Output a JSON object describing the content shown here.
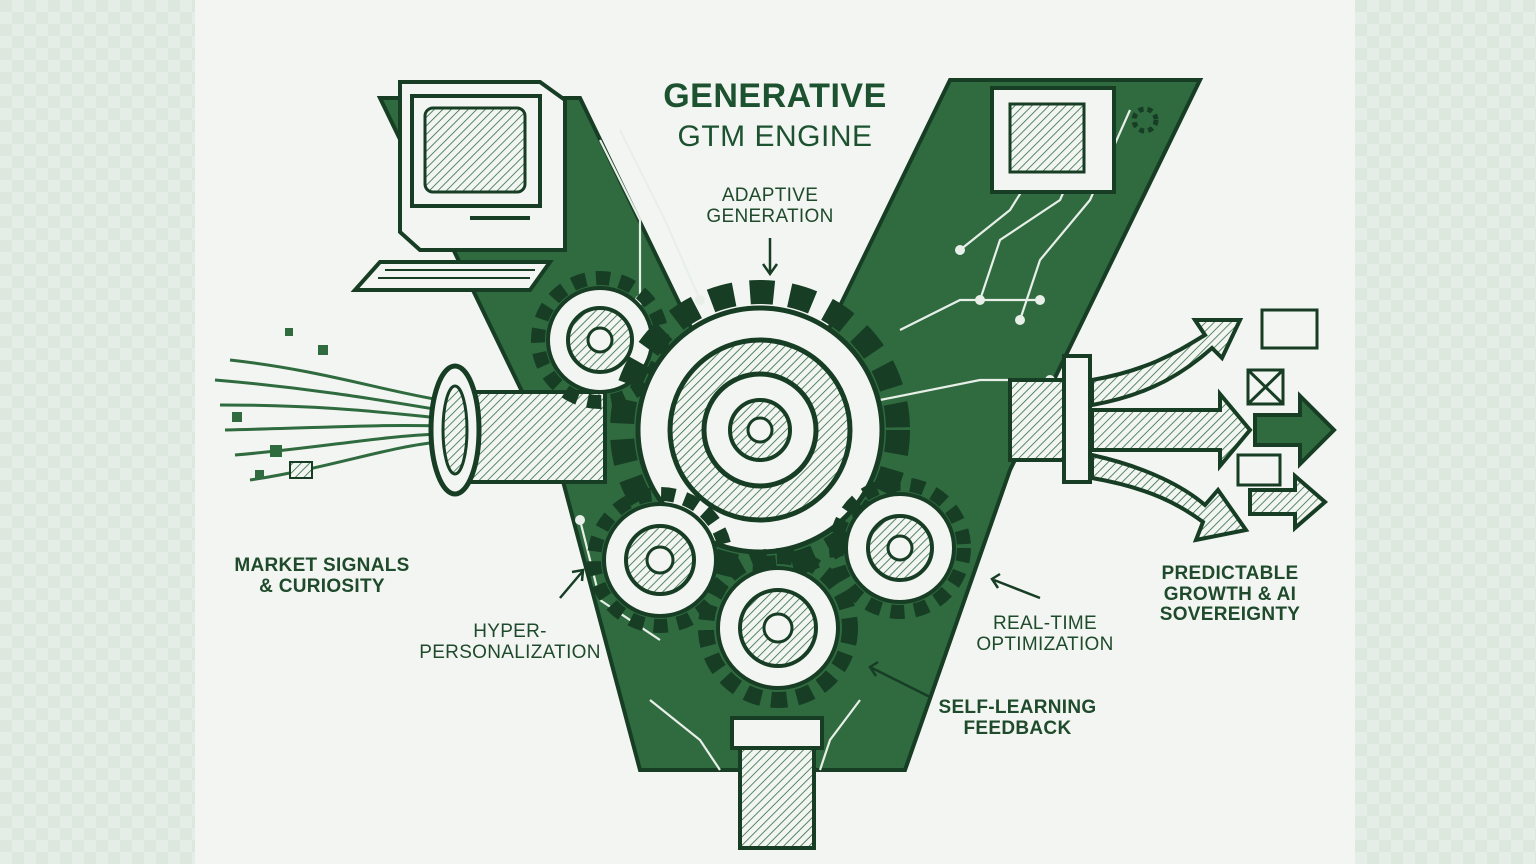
{
  "title": {
    "line1": "GENERATIVE",
    "line2": "GTM ENGINE"
  },
  "labels": {
    "adaptive_line1": "ADAPTIVE",
    "adaptive_line2": "GENERATION",
    "market_line1": "MARKET SIGNALS",
    "market_line2": "& CURIOSITY",
    "hyper_line1": "HYPER-",
    "hyper_line2": "PERSONALIZATION",
    "realtime_line1": "REAL-TIME",
    "realtime_line2": "OPTIMIZATION",
    "selflearning_line1": "SELF-LEARNING",
    "selflearning_line2": "FEEDBACK",
    "predictable_line1": "PREDICTABLE",
    "predictable_line2": "GROWTH & AI",
    "predictable_line3": "SOVEREIGNTY"
  },
  "colors": {
    "ink": "#1f4a2b",
    "green": "#2f6b3f",
    "panel": "#f2f5f1",
    "background": "#e4ede6"
  },
  "icons": [
    "retro-computer-icon",
    "monitor-icon",
    "gear-icon",
    "circuit-icon",
    "arrow-icon",
    "document-icon"
  ]
}
